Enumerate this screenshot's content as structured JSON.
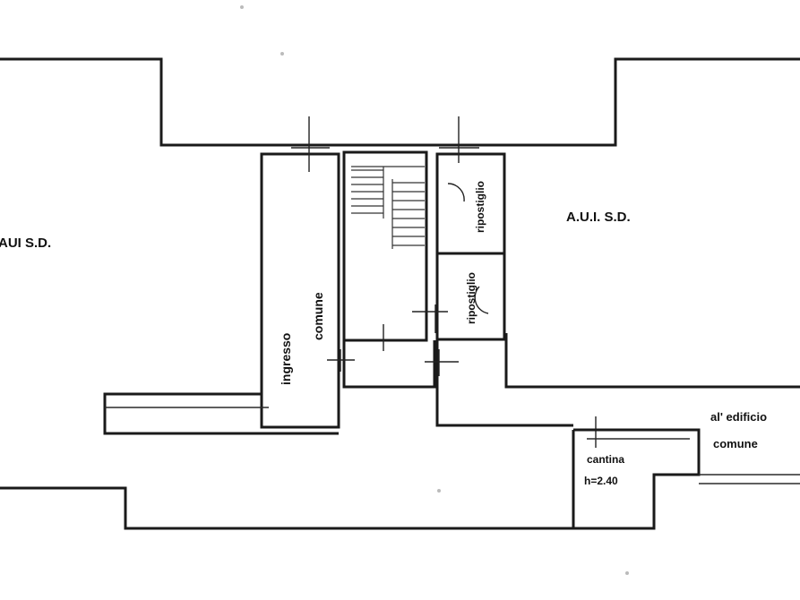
{
  "plan": {
    "labels": {
      "unit_left": "AUI  S.D.",
      "unit_right": "A.U.I.  S.D.",
      "ingresso": "ingresso",
      "comune": "comune",
      "ripostiglio_top": "ripostiglio",
      "ripostiglio_bottom": "ripostiglio",
      "altra_unita_line1": "al' edificio",
      "altra_unita_line2": "comune",
      "cantina": "cantina",
      "cantina_height": "h=2.40"
    }
  }
}
